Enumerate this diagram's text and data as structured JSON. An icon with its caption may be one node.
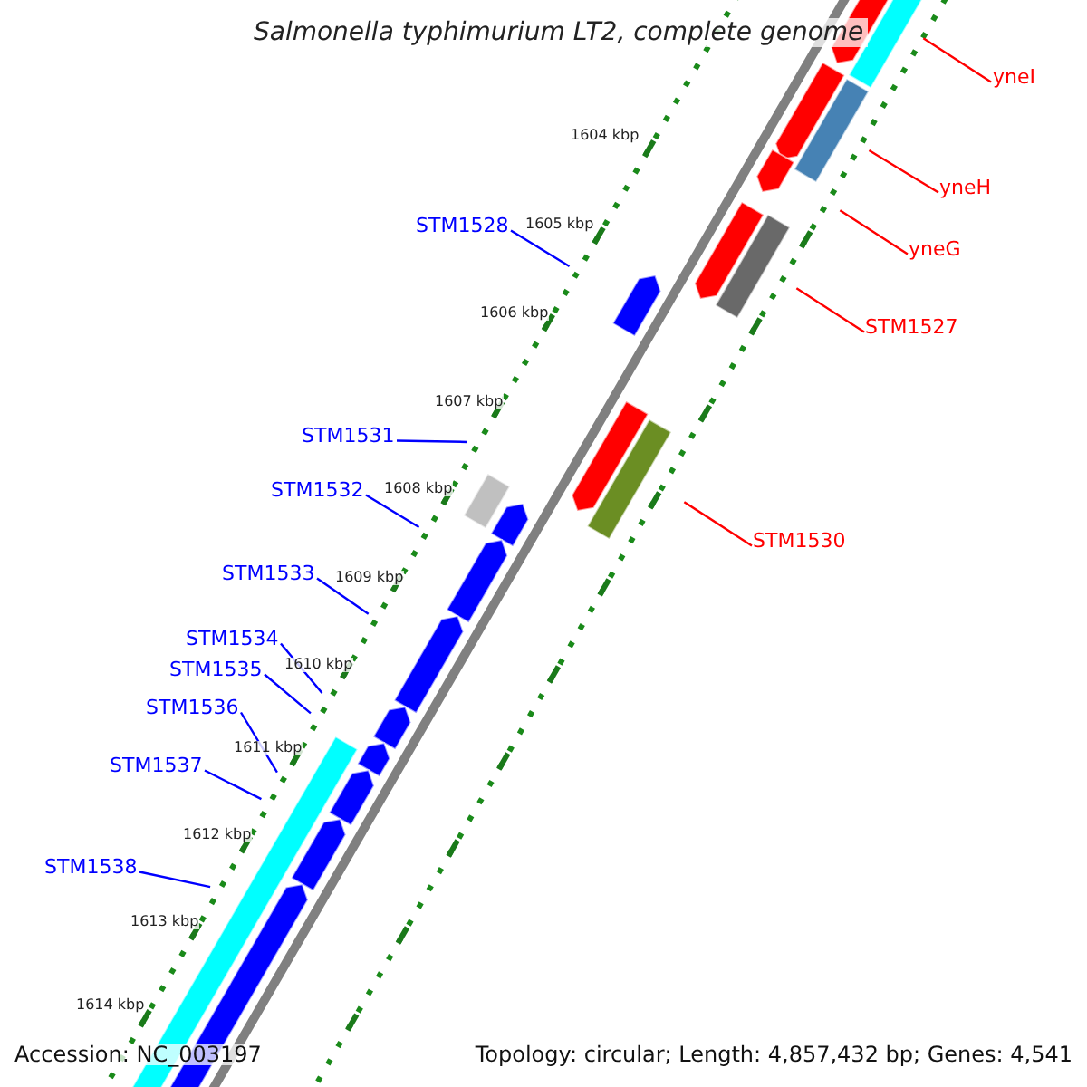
{
  "diagram": {
    "title": "Salmonella typhimurium LT2, complete genome",
    "nodes": [
      {
        "text": [
          "yneI"
        ]
      },
      {
        "text": [
          "yneH"
        ]
      },
      {
        "text": [
          "STM1528"
        ]
      },
      {
        "text": [
          "yneG"
        ]
      },
      {
        "text": [
          "STM1527"
        ]
      },
      {
        "text": [
          "STM1531"
        ]
      },
      {
        "text": [
          "STM1532"
        ]
      },
      {
        "text": [
          "STM1530"
        ]
      },
      {
        "text": [
          "STM1533"
        ]
      },
      {
        "text": [
          "STM1534"
        ]
      },
      {
        "text": [
          "STM1535"
        ]
      },
      {
        "text": [
          "STM1536"
        ]
      },
      {
        "text": [
          "STM1537"
        ]
      },
      {
        "text": [
          "STM1538"
        ]
      }
    ],
    "edges": [
      {
        "from": 0,
        "to": null,
        "arrow": "none",
        "color": "#ff0000"
      },
      {
        "from": 1,
        "to": null,
        "arrow": "none",
        "color": "#ff0000"
      },
      {
        "from": 2,
        "to": null,
        "arrow": "none"
      },
      {
        "from": 3,
        "to": null,
        "arrow": "none",
        "color": "#ff0000"
      },
      {
        "from": 4,
        "to": null,
        "arrow": "none",
        "color": "#ff0000"
      },
      {
        "from": 5,
        "to": null,
        "arrow": "none"
      },
      {
        "from": 6,
        "to": null,
        "arrow": "none"
      },
      {
        "from": 7,
        "to": null,
        "arrow": "none",
        "color": "#ff0000"
      },
      {
        "from": 8,
        "to": null,
        "arrow": "none"
      },
      {
        "from": 9,
        "to": null,
        "arrow": "none"
      },
      {
        "from": 10,
        "to": null,
        "arrow": "none"
      },
      {
        "from": 11,
        "to": null,
        "arrow": "none"
      },
      {
        "from": 12,
        "to": null,
        "arrow": "none"
      },
      {
        "from": 13,
        "to": null,
        "arrow": "none"
      }
    ],
    "labels": [
      "1604 kbp",
      "1605 kbp",
      "1606 kbp",
      "1607 kbp",
      "1608 kbp",
      "1609 kbp",
      "1610 kbp",
      "1611 kbp",
      "1612 kbp",
      "1613 kbp",
      "1614 kbp",
      "Accession: NC_003197",
      "Topology: circular; Length: 4,857,432 bp; Genes: 4,541"
    ]
  }
}
